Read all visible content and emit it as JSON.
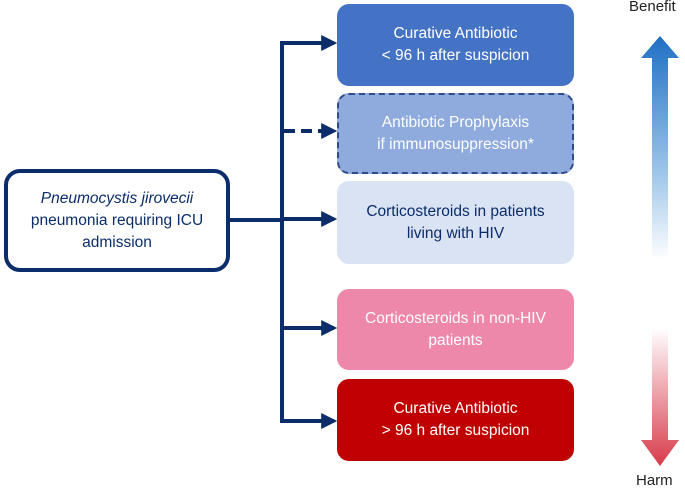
{
  "source": {
    "line1": "Pneumocystis jirovecii",
    "line2": "pneumonia requiring ICU",
    "line3": "admission"
  },
  "options": [
    {
      "line1": "Curative Antibiotic",
      "line2": "< 96 h after suspicion",
      "fill": "#4472c4",
      "connector": "solid"
    },
    {
      "line1": "Antibiotic Prophylaxis",
      "line2": "if immunosuppression*",
      "fill": "#8faadc",
      "connector": "dashed"
    },
    {
      "line1": "Corticosteroids in patients",
      "line2": "living with HIV",
      "fill": "#dae3f3",
      "connector": "solid"
    },
    {
      "line1": "Corticosteroids in non-HIV",
      "line2": "patients",
      "fill": "#ee88aa",
      "connector": "solid"
    },
    {
      "line1": "Curative Antibiotic",
      "line2": "> 96 h after suspicion",
      "fill": "#c00000",
      "connector": "solid"
    }
  ],
  "scale": {
    "top_label": "Benefit",
    "bottom_label": "Harm",
    "top_color": "#1f6fc4",
    "bottom_color": "#d83a4a"
  },
  "colors": {
    "connector": "#0b2d6b"
  }
}
